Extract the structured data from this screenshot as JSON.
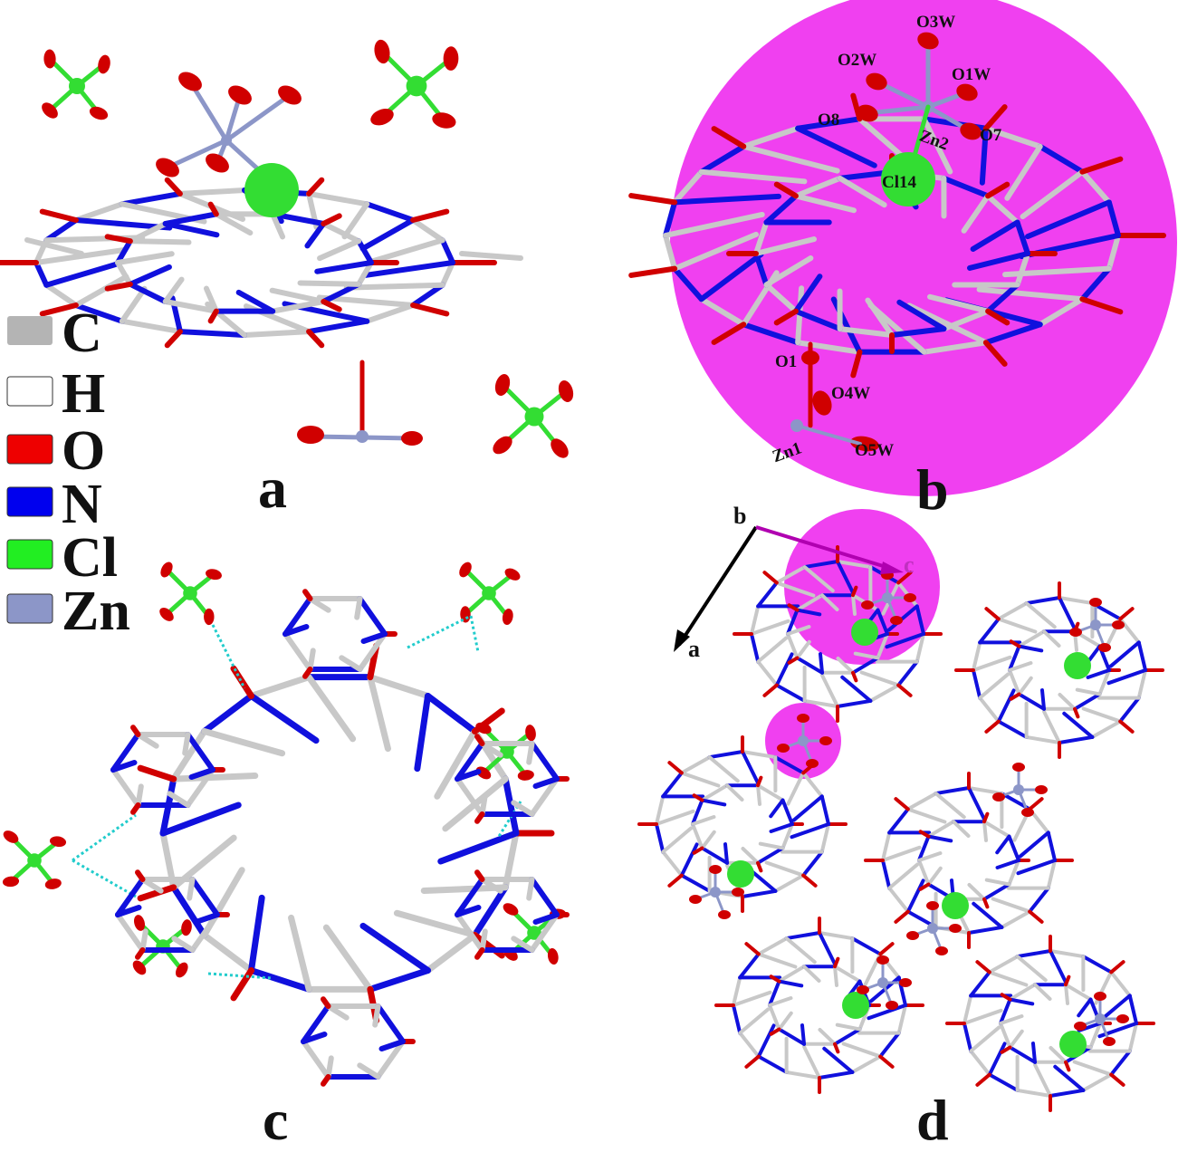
{
  "panels": {
    "a": "a",
    "b": "b",
    "c": "c",
    "d": "d"
  },
  "legend": [
    {
      "symbol": "C",
      "color": "#b4b4b4"
    },
    {
      "symbol": "H",
      "color": "#ffffff"
    },
    {
      "symbol": "O",
      "color": "#ee0000"
    },
    {
      "symbol": "N",
      "color": "#0000ee"
    },
    {
      "symbol": "Cl",
      "color": "#22ee22"
    },
    {
      "symbol": "Zn",
      "color": "#8c96c8"
    }
  ],
  "atom_labels_b": {
    "O3W": "O3W",
    "O2W": "O2W",
    "O1W": "O1W",
    "O8": "O8",
    "Zn2": "Zn2",
    "O7": "O7",
    "Cl14": "Cl14",
    "O1": "O1",
    "O4W": "O4W",
    "O5W": "O5W",
    "Zn1": "Zn1"
  },
  "axes_d": {
    "b": "b",
    "c": "c",
    "a": "a"
  },
  "colors": {
    "highlight": "#f040f0",
    "hbond": "#22cccc",
    "carbon": "#c8c8c8",
    "nitrogen": "#1010dd",
    "oxygen": "#d00000",
    "chlorine": "#33dd33",
    "zinc": "#8c96c8"
  }
}
